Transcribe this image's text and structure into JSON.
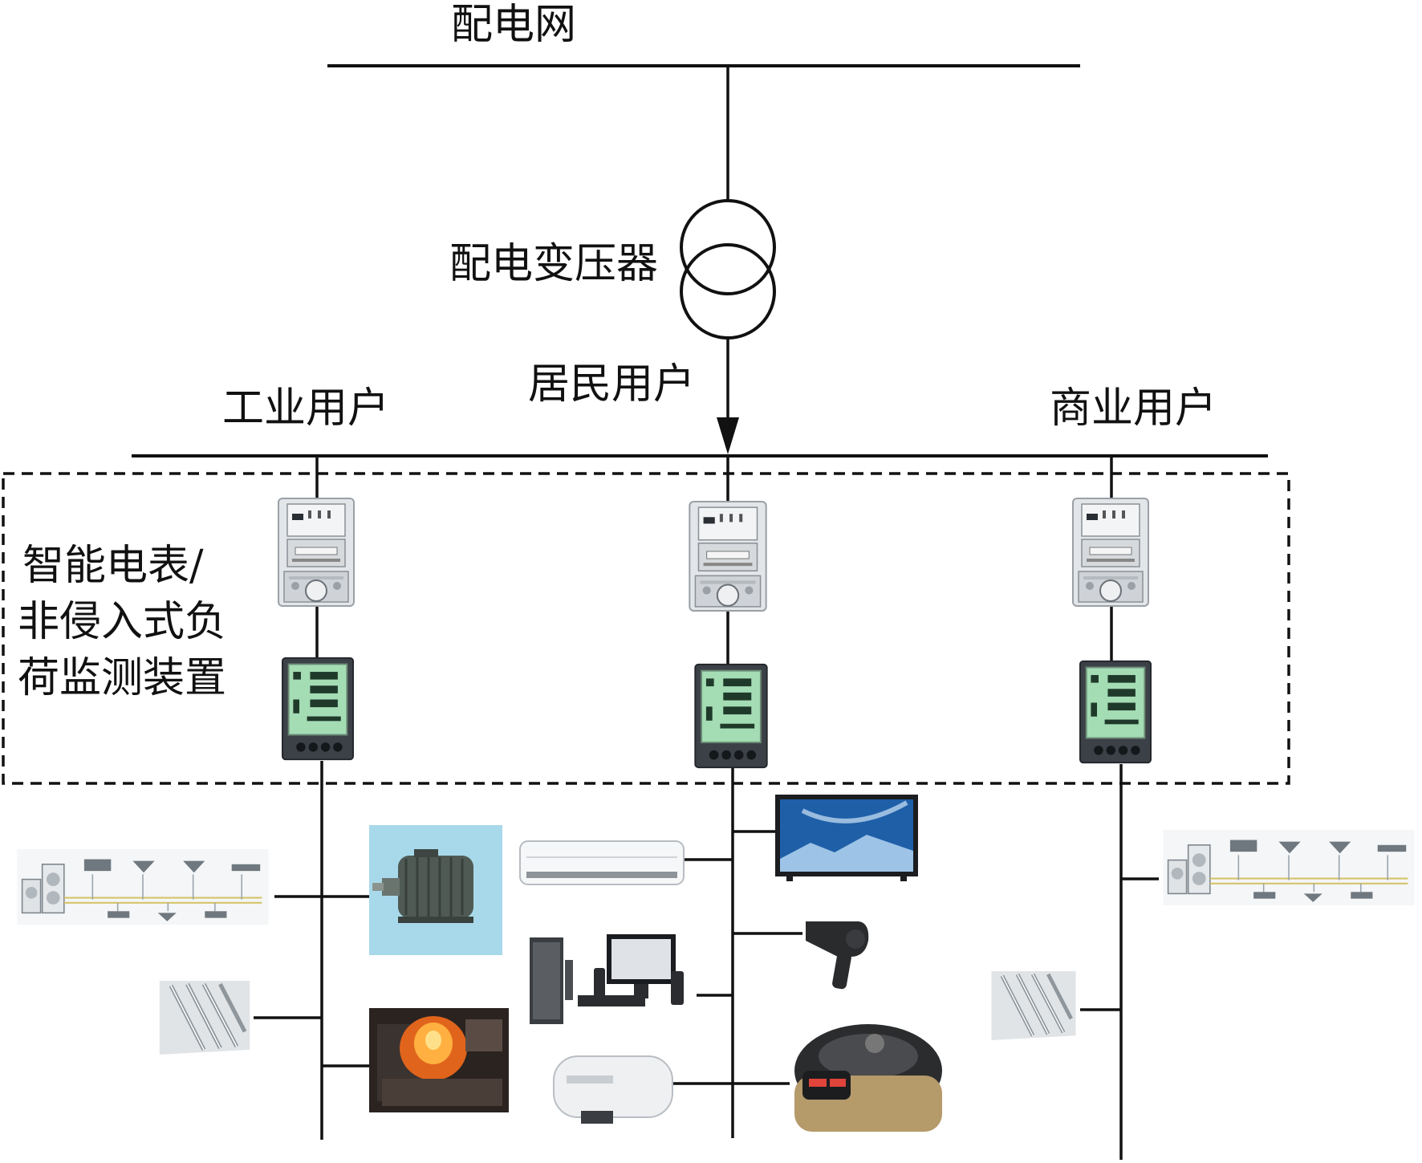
{
  "labels": {
    "grid": "配电网",
    "transformer": "配电变压器",
    "residential": "居民用户",
    "industrial": "工业用户",
    "commercial": "商业用户",
    "monitor_line1": "智能电表/",
    "monitor_line2": "非侵入式负",
    "monitor_line3": "荷监测装置"
  },
  "colors": {
    "line": "#111111",
    "meter_body": "#e6e8ea",
    "monitor_body": "#3c4148",
    "lcd": "#9fd8b0",
    "tv_screen": "#1e5fa8",
    "motor": "#4f5a55",
    "motor_bg": "#9fd4e6",
    "furnace": "#e0641c"
  },
  "icons": {
    "smart_meter": "smart-meter-icon",
    "load_monitor": "load-monitor-icon",
    "hvac": "vrf-air-conditioning-icon",
    "light_fixture": "fluorescent-light-fixture-icon",
    "motor": "electric-motor-icon",
    "furnace": "industrial-furnace-icon",
    "air_conditioner": "split-air-conditioner-icon",
    "tv": "television-icon",
    "computer": "desktop-computer-icon",
    "hair_dryer": "hair-dryer-icon",
    "water_heater": "water-heater-icon",
    "rice_cooker": "rice-cooker-icon"
  }
}
